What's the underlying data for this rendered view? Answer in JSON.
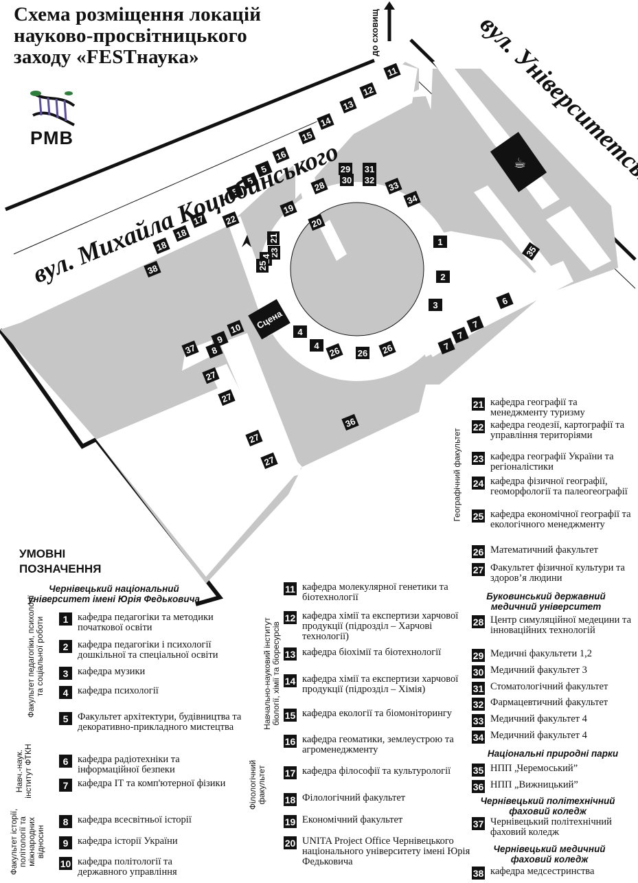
{
  "title": {
    "line1": "Схема розміщення локацій",
    "line2": "науково-просвітницького",
    "line3": "заходу «FESTнаука»"
  },
  "logo": {
    "text": "PMB",
    "icon": "dna-helix-icon"
  },
  "streets": {
    "kotsiubynskoho": "вул. Михайла Коцюбинського",
    "universytetska": "вул. Університетська",
    "to_storage": "до сховищ"
  },
  "map": {
    "stage_label": "Сцена",
    "markers": [
      "1",
      "2",
      "3",
      "4",
      "4",
      "5",
      "5",
      "5",
      "6",
      "7",
      "7",
      "7",
      "8",
      "9",
      "10",
      "11",
      "12",
      "13",
      "14",
      "15",
      "16",
      "17",
      "18",
      "18",
      "19",
      "20",
      "21",
      "22",
      "23",
      "24",
      "25",
      "26",
      "26",
      "26",
      "27",
      "27",
      "27",
      "27",
      "28",
      "29",
      "30",
      "31",
      "32",
      "33",
      "34",
      "35",
      "36",
      "37",
      "38"
    ],
    "colors": {
      "building": "#c6c6c6",
      "walkway": "#ffffff",
      "ink": "#111111"
    }
  },
  "legend": {
    "heading_line1": "УМОВНІ",
    "heading_line2": "ПОЗНАЧЕННЯ",
    "chnu": "Чернівецький національний університет імені Юрія Федьковича",
    "bdmu": "Буковинський державний медичний університет",
    "parks": "Національні природні парки",
    "polytech": "Чернівецький політехнічний фаховий коледж",
    "medcollege": "Чернівецький медичний фаховий коледж",
    "groups": {
      "ped": "Факультет педагогіки, психології та соціальної роботи",
      "ftkn": "Навч.-наук. інститут ФТКН",
      "history": "Факультет історії, політології та міжнародних відносин",
      "bio": "Навчально-науковий інститут біології, хімії та біоресурсів",
      "philology": "Філологічний факультет",
      "geo": "Географічний факультет"
    },
    "items": {
      "n1": "кафедра педагогіки та методики початкової освіти",
      "n2": "кафедра педагогіки і психології дошкільної та спеціальної освіти",
      "n3": "кафедра музики",
      "n4": "кафедра психології",
      "n5": "Факультет архітектури, будівництва та декоративно-прикладного мистецтва",
      "n6": "кафедра радіотехніки та інформаційної безпеки",
      "n7": "кафедра ІТ та комп'ютерної фізики",
      "n8": "кафедра всесвітньої історії",
      "n9": "кафедра історії України",
      "n10": "кафедра політології та державного управління",
      "n11": "кафедра молекулярної генетики та біотехнології",
      "n12": "кафедра хімії та експертизи харчової продукції (підрозділ – Харчові технології)",
      "n13": "кафедра біохімії та біотехнології",
      "n14": "кафедра хімії та експертизи харчової продукції (підрозділ – Хімія)",
      "n15": "кафедра екології та біомоніторингу",
      "n16": "кафедра геоматики, землеустрою та агроменеджменту",
      "n17": "кафедра філософії та культурології",
      "n18": "Філологічний факультет",
      "n19": "Економічний факультет",
      "n20": "UNITA Project Office Чернівецького національного університету імені Юрія Федьковича",
      "n21": "кафедра географії та менеджменту туризму",
      "n22": "кафедра геодезії, картографії та управління територіями",
      "n23": "кафедра географії України та регіоналістики",
      "n24": "кафедра фізичної географії, геоморфології та палеогеографії",
      "n25": "кафедра економічної географії та екологічного менеджменту",
      "n26": "Математичний факультет",
      "n27": "Факультет фізичної культури та здоров’я людини",
      "n28": "Центр симуляційної медецини та інноваційних технологій",
      "n29": "Медичні факультети 1,2",
      "n30": "Медичний факультет 3",
      "n31": "Стоматологічний факультет",
      "n32": "Фармацевтичний факультет",
      "n33": "Медичний факультет 4",
      "n34": "Медичний факультет 4",
      "n35": "НПП „Черемоський”",
      "n36": "НПП „Вижницький”",
      "n37": "Чернівецький політехнічний фаховий коледж",
      "n38": "кафедра медсестринства"
    }
  }
}
